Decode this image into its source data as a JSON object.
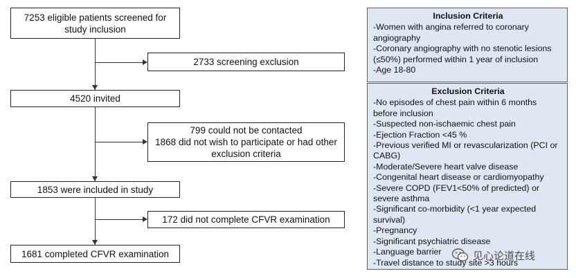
{
  "flow": {
    "screened": [
      "7253 eligible patients screened for",
      "study inclusion"
    ],
    "screening_exclusion": "2733 screening exclusion",
    "invited": "4520 invited",
    "not_contacted": [
      "799 could not be contacted",
      "1868 did not wish to participate or had other",
      "exclusion criteria"
    ],
    "included": "1853 were included in study",
    "not_completed": "172 did not complete CFVR examination",
    "completed": "1681 completed CFVR examination"
  },
  "inclusion": {
    "title": "Inclusion Criteria",
    "items": [
      "-Women with angina referred to coronary angiography",
      "-Coronary angiography with no stenotic lesions (≤50%) performed within 1 year of inclusion",
      "-Age 18-80"
    ]
  },
  "exclusion": {
    "title": "Exclusion Criteria",
    "items": [
      "-No episodes of chest pain within 6 months before inclusion",
      "-Suspected non-ischaemic chest pain",
      "-Ejection Fraction <45 %",
      "-Previous verified MI or revascularization (PCI or CABG)",
      "-Moderate/Severe heart valve disease",
      "-Congenital heart disease or cardiomyopathy",
      "-Severe COPD (FEV1<50% of predicted) or severe asthma",
      "-Significant co-morbidity (<1 year expected survival)",
      "-Pregnancy",
      "-Significant psychiatric disease",
      "-Language barrier",
      "-Travel distance to study site >3 hours"
    ]
  },
  "watermark": {
    "text": "见心论道在线",
    "icon": "wechat-icon"
  }
}
